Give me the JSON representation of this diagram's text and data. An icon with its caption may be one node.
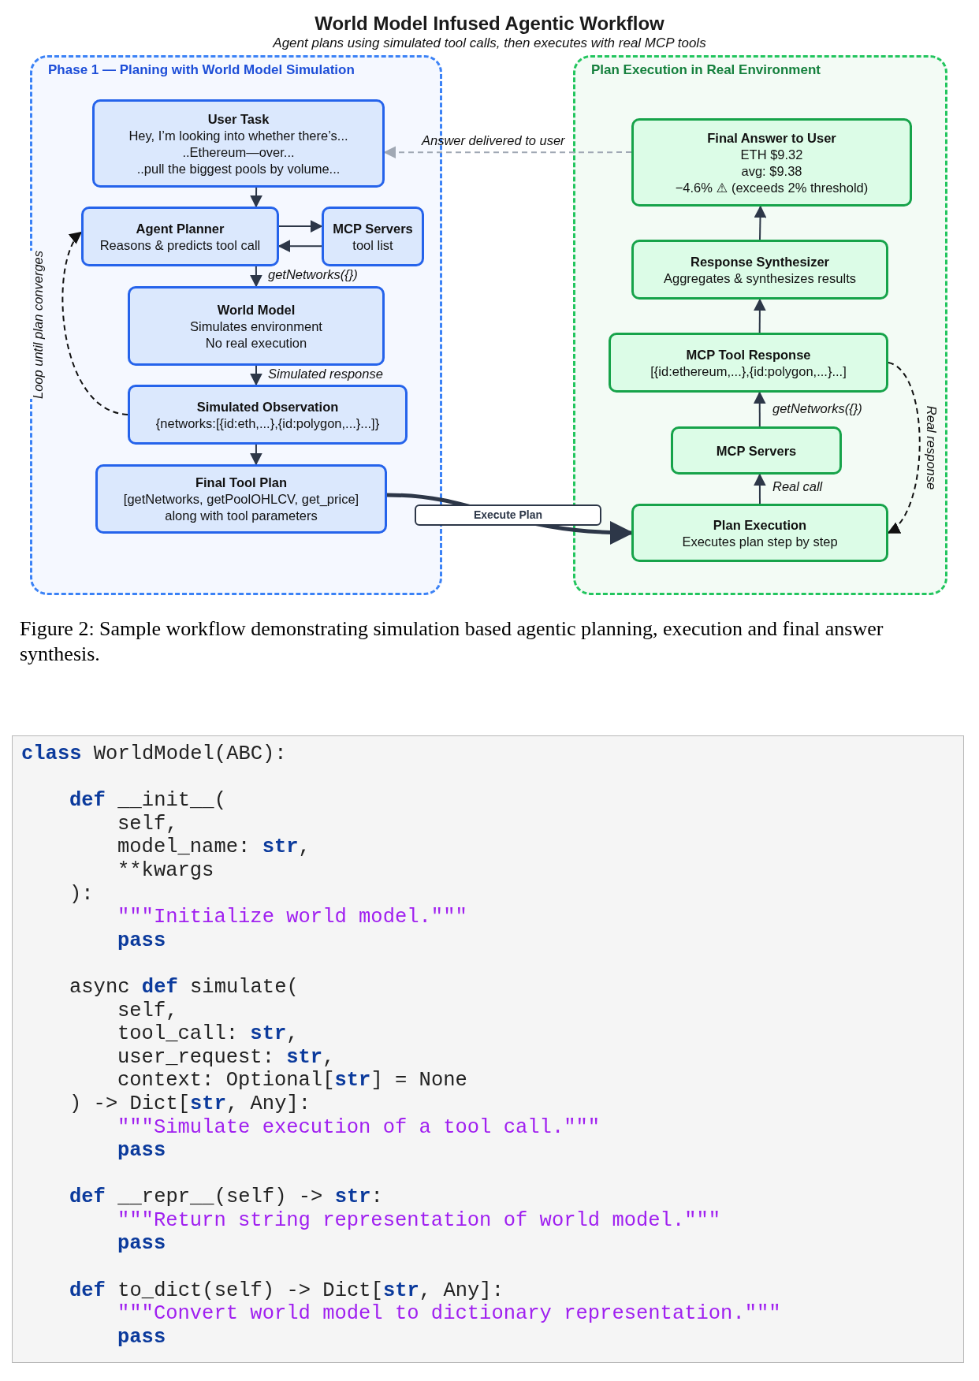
{
  "diagram": {
    "title": "World Model Infused Agentic Workflow",
    "caption": "Figure 2: Sample workflow demonstrating simulation based agentic planning, execution and final answer synthesis.",
    "nodes": [
      {
        "text": [
          "Phase 1 — Planing with World Model Simulation"
        ]
      },
      {
        "text": [
          "User Task",
          "Hey, I’m looking into whether there’s...",
          "..Ethereum—over...",
          "..pull the biggest pools by volume..."
        ],
        "in": 0
      },
      {
        "text": [
          "Agent Planner",
          "Reasons & predicts tool call"
        ],
        "in": 0
      },
      {
        "text": [
          "MCP Servers",
          "tool list"
        ],
        "in": 0
      },
      {
        "text": [
          "World Model",
          "Simulates environment",
          "No real execution"
        ],
        "in": 0
      },
      {
        "text": [
          "Simulated Observation",
          "{networks:[{id:eth,...},{id:polygon,...}...]}"
        ],
        "in": 0
      },
      {
        "text": [
          "Final Tool Plan",
          "[getNetworks, getPoolOHLCV, get_price]",
          "along with tool parameters"
        ],
        "in": 0
      },
      {
        "text": [
          "Plan Execution in Real Environment"
        ]
      },
      {
        "text": [
          "Final Answer to User",
          "ETH $9.32",
          "avg: $9.38",
          "−4.6% ⚠ (exceeds 2% threshold)"
        ],
        "in": 7
      },
      {
        "text": [
          "Response Synthesizer",
          "Aggregates & synthesizes results"
        ],
        "in": 7
      },
      {
        "text": [
          "MCP Tool Response",
          "[{id:ethereum,...},{id:polygon,...}...]"
        ],
        "in": 7
      },
      {
        "text": [
          "MCP Servers"
        ],
        "in": 7
      },
      {
        "text": [
          "Plan Execution",
          "Executes plan step by step"
        ],
        "in": 7
      }
    ],
    "edges": [
      {
        "from": 1,
        "to": 2,
        "arrow": "to"
      },
      {
        "from": 2,
        "to": 3,
        "arrow": "to"
      },
      {
        "from": 3,
        "to": 2,
        "arrow": "to"
      },
      {
        "from": 2,
        "to": 4,
        "arrow": "to",
        "label": "getNetworks({})"
      },
      {
        "from": 4,
        "to": 5,
        "arrow": "to",
        "label": "Simulated response"
      },
      {
        "from": 5,
        "to": 2,
        "arrow": "to",
        "style": "dashed",
        "label": "Loop until plan converges",
        "color": "#111111"
      },
      {
        "from": 5,
        "to": 6,
        "arrow": "to"
      },
      {
        "from": 6,
        "to": 12,
        "arrow": "to",
        "style": "thick",
        "label": "Execute Plan"
      },
      {
        "from": 12,
        "to": 11,
        "arrow": "to",
        "label": "Real call"
      },
      {
        "from": 11,
        "to": 10,
        "arrow": "to",
        "label": "getNetworks({})"
      },
      {
        "from": 10,
        "to": 12,
        "arrow": "to",
        "style": "dashed",
        "label": "Real response",
        "color": "#111111"
      },
      {
        "from": 10,
        "to": 9,
        "arrow": "to"
      },
      {
        "from": 9,
        "to": 8,
        "arrow": "to"
      },
      {
        "from": 8,
        "to": 1,
        "arrow": "to",
        "style": "dashed",
        "label": "Answer delivered to user",
        "color": "#a0a8b4"
      }
    ],
    "labels": [
      "Agent plans using simulated tool calls, then executes with real MCP tools",
      "**class** WorldModel(ABC):",
      "**def** __init__(",
      "self,",
      "model_name: **str**,",
      "**kwargs",
      "):",
      "\"\"\"Initialize world model.\"\"\"",
      "pass",
      "async **def** simulate(",
      "self,",
      "tool_call: **str**,",
      "user_request: **str**,",
      "context: Optional[**str**] = None",
      ") -> Dict[**str**, Any]:",
      "\"\"\"Simulate execution of a tool call.\"\"\"",
      "pass",
      "**def** __repr__(self) -> **str**:",
      "\"\"\"Return string representation of world model.\"\"\"",
      "pass",
      "**def** to_dict(self) -> Dict[**str**, Any]:",
      "\"\"\"Convert world model to dictionary representation.\"\"\"",
      "pass"
    ]
  }
}
